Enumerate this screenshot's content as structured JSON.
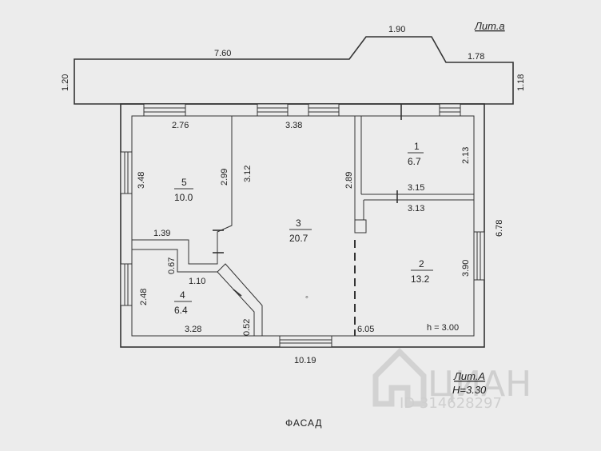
{
  "labels": {
    "lit_small": "Лит.а",
    "lit_big": "Лит.А",
    "height_total": "H=3.30",
    "facade": "ФАСАД",
    "ceiling": "h = 3.00"
  },
  "dims": {
    "porch_left_len": "7.60",
    "porch_mid": "1.90",
    "porch_right": "1.78",
    "porch_left_h": "1.20",
    "porch_right_h": "1.18",
    "r5_top": "2.76",
    "r3_top": "3.38",
    "r5_left": "3.48",
    "r5_right": "2.99",
    "r3_left": "3.12",
    "r3_right": "2.89",
    "r1_right": "2.13",
    "r1_bottom": "3.15",
    "r2_top": "3.13",
    "total_right": "6.78",
    "r2_right": "3.90",
    "r5_bottom": "1.39",
    "r4_top_h": "0.67",
    "r4_top": "1.10",
    "r4_left": "2.48",
    "r4_bottom": "3.28",
    "diag_small": "0.52",
    "r3_bottom": "6.05",
    "total_bottom": "10.19"
  },
  "rooms": [
    {
      "num": "1",
      "area": "6.7"
    },
    {
      "num": "2",
      "area": "13.2"
    },
    {
      "num": "3",
      "area": "20.7"
    },
    {
      "num": "4",
      "area": "6.4"
    },
    {
      "num": "5",
      "area": "10.0"
    }
  ],
  "watermark": {
    "brand": "ЦИАН",
    "id": "ID 314628297"
  }
}
